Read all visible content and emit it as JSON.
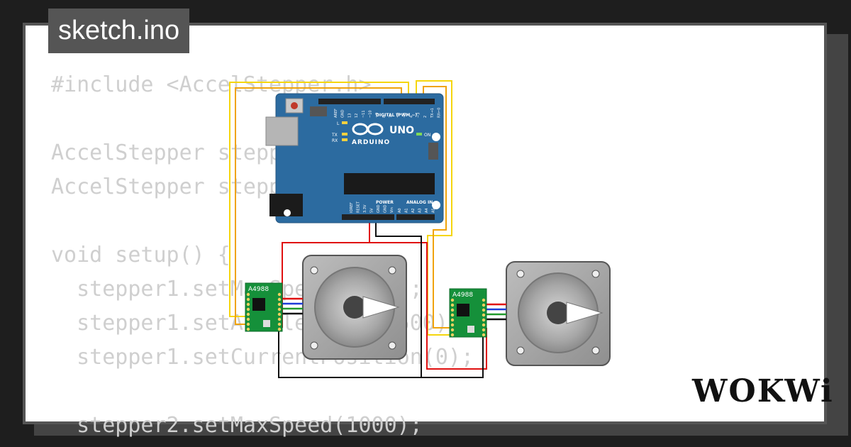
{
  "file_tab": {
    "label": "sketch.ino"
  },
  "code_lines": [
    "#include <AccelStepper.h>",
    "",
    "AccelStepper stepper1(1, 3, 4);",
    "AccelStepper stepper2(1, 5, 6);",
    "",
    "void setup() {",
    "  stepper1.setMaxSpeed(1000);",
    "  stepper1.setAcceleration(500);",
    "  stepper1.setCurrentPosition(0);",
    "",
    "  stepper2.setMaxSpeed(1000);"
  ],
  "arduino": {
    "brand": "ARDUINO",
    "model": "UNO",
    "label_digital": "DIGITAL (PWM ~)",
    "label_power": "POWER",
    "label_analog": "ANALOG IN",
    "led_l": "L",
    "led_tx": "TX",
    "led_rx": "RX",
    "led_on": "ON",
    "top_pins": [
      "AREF",
      "GND",
      "13",
      "12",
      "~11",
      "~10",
      "~9",
      "8",
      "7",
      "~6",
      "~5",
      "4",
      "~3",
      "2",
      "TX→1",
      "RX←0"
    ],
    "power_pins": [
      "IOREF",
      "RESET",
      "3.3V",
      "5V",
      "GND",
      "GND",
      "Vin"
    ],
    "analog_pins": [
      "A0",
      "A1",
      "A2",
      "A3",
      "A4",
      "A5"
    ]
  },
  "drivers": [
    {
      "label": "A4988"
    },
    {
      "label": "A4988"
    }
  ],
  "colors": {
    "wire_yellow": "#f5d60e",
    "wire_orange": "#f0a30a",
    "wire_red": "#e01010",
    "wire_black": "#111111",
    "wire_blue": "#1e3cd8",
    "wire_green": "#1f9a2b",
    "board_blue": "#2c6ba0",
    "driver_green": "#15903a"
  },
  "brand_logo": "WOKWi"
}
